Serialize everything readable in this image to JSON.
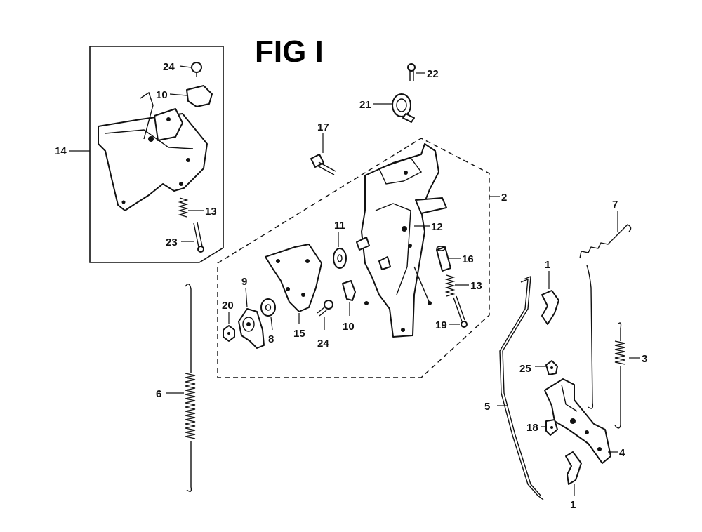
{
  "figure": {
    "title": "FIG I",
    "callouts": {
      "c24a": "24",
      "c10a": "10",
      "c14": "14",
      "c13a": "13",
      "c23": "23",
      "c22": "22",
      "c21": "21",
      "c17": "17",
      "c2": "2",
      "c11": "11",
      "c12": "12",
      "c16": "16",
      "c13b": "13",
      "c19": "19",
      "c9": "9",
      "c20": "20",
      "c8": "8",
      "c15": "15",
      "c24b": "24",
      "c10b": "10",
      "c6": "6",
      "c1a": "1",
      "c7": "7",
      "c3": "3",
      "c25": "25",
      "c5": "5",
      "c18": "18",
      "c4": "4",
      "c1b": "1"
    }
  }
}
